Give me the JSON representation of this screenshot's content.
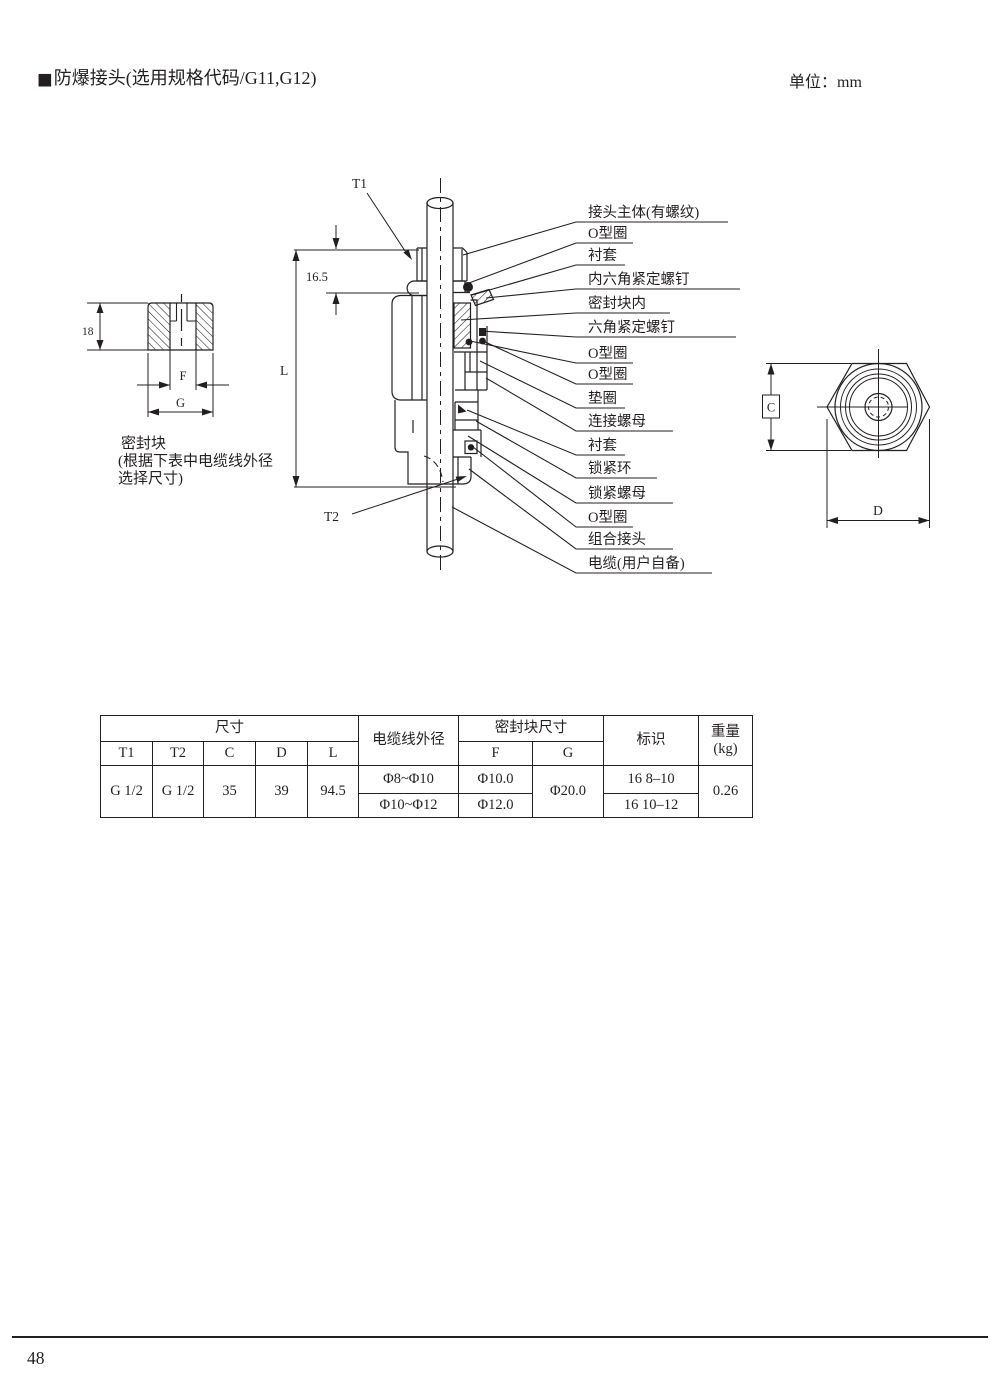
{
  "header": {
    "marker": "■",
    "title": "防爆接头(选用规格代码/G11,G12)",
    "unit": "单位：mm"
  },
  "diagram": {
    "part_labels": [
      "接头主体(有螺纹)",
      "O型圈",
      "衬套",
      "内六角紧定螺钉",
      "密封块内",
      "六角紧定螺钉",
      "O型圈",
      "O型圈",
      "垫圈",
      "连接螺母",
      "衬套",
      "锁紧环",
      "锁紧螺母",
      "O型圈",
      "组合接头",
      "电缆(用户自备)"
    ],
    "dims": {
      "t1": "T1",
      "t2": "T2",
      "l": "L",
      "len165": "16.5",
      "h18": "18",
      "f": "F",
      "g": "G",
      "c": "C",
      "d": "D"
    },
    "seal_note": [
      "密封块",
      "(根据下表中电缆线外径",
      "选择尺寸)"
    ]
  },
  "table": {
    "headers": {
      "size": "尺寸",
      "cable_od": "电缆线外径",
      "seal_size": "密封块尺寸",
      "mark": "标识",
      "weight": "重量",
      "weight_unit": "(kg)",
      "t1": "T1",
      "t2": "T2",
      "c": "C",
      "d": "D",
      "l": "L",
      "f": "F",
      "g": "G"
    },
    "row": {
      "t1": "G 1/2",
      "t2": "G 1/2",
      "c": "35",
      "d": "39",
      "l": "94.5",
      "cable_od_1": "Φ8~Φ10",
      "cable_od_2": "Φ10~Φ12",
      "f_1": "Φ10.0",
      "f_2": "Φ12.0",
      "g": "Φ20.0",
      "mark_1": "16 8–10",
      "mark_2": "16 10–12",
      "weight": "0.26"
    }
  },
  "footer": {
    "page_number": "48"
  }
}
